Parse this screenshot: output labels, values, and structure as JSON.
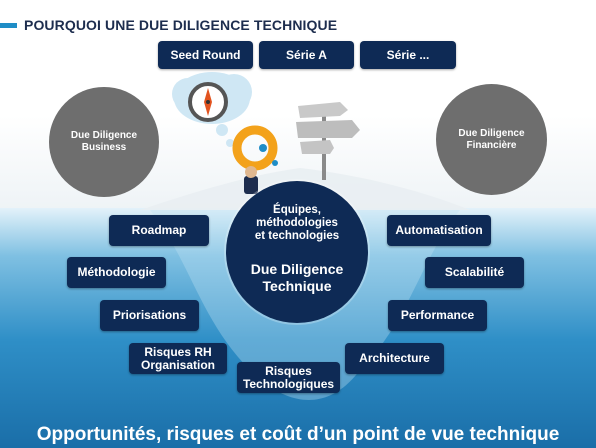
{
  "header": {
    "title": "POURQUOI UNE DUE DILIGENCE TECHNIQUE"
  },
  "stages": [
    "Seed Round",
    "Série A",
    "Série ..."
  ],
  "circles": {
    "left": "Due Diligence\nBusiness",
    "right": "Due Diligence\nFinancière"
  },
  "center": {
    "subtitle": "Équipes,\nméthodologies\net technologies",
    "title": "Due Diligence\nTechnique"
  },
  "left_items": [
    "Roadmap",
    "Méthodologie",
    "Priorisations",
    "Risques RH\nOrganisation"
  ],
  "bottom_item": "Risques\nTechnologiques",
  "right_items": [
    "Automatisation",
    "Scalabilité",
    "Performance",
    "Architecture"
  ],
  "footer": "Opportunités, risques et coût d’un point de vue technique",
  "colors": {
    "navy": "#0e2a55",
    "accent_blue": "#1f8dc6",
    "gray": "#6e6e6e",
    "orange": "#f3a21b"
  },
  "icons": [
    "compass-icon",
    "lifebuoy-icon",
    "signpost-icon",
    "person-icon",
    "iceberg-icon"
  ]
}
